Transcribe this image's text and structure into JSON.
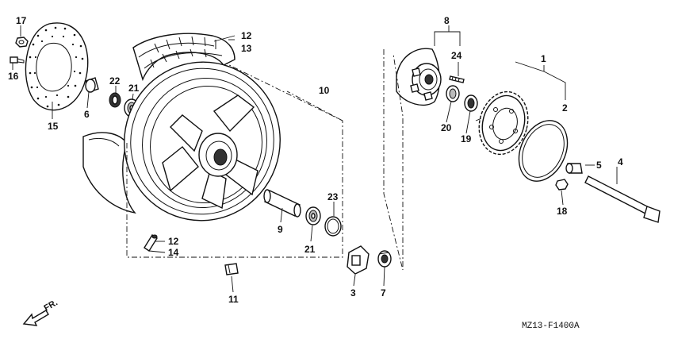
{
  "callouts": {
    "c1": "1",
    "c2": "2",
    "c3": "3",
    "c4": "4",
    "c5": "5",
    "c6": "6",
    "c7": "7",
    "c8": "8",
    "c9": "9",
    "c10": "10",
    "c11": "11",
    "c12a": "12",
    "c13": "13",
    "c12b": "12",
    "c14": "14",
    "c15": "15",
    "c16": "16",
    "c17": "17",
    "c18": "18",
    "c19": "19",
    "c20": "20",
    "c21a": "21",
    "c21b": "21",
    "c22": "22",
    "c23": "23",
    "c24": "24"
  },
  "direction_label": "FR.",
  "diagram_code": "MZ13-F1400A"
}
